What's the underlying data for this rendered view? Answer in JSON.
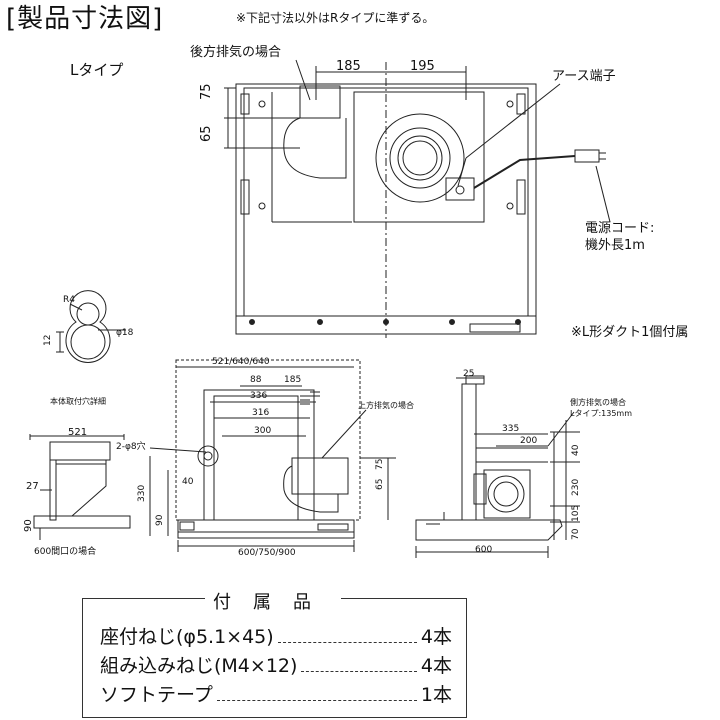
{
  "title": "[製品寸法図]",
  "note_top": "※下記寸法以外はRタイプに準ずる。",
  "type_label": "Lタイプ",
  "top_view": {
    "rear_exhaust_label": "後方排気の場合",
    "dim_left": "185",
    "dim_right": "195",
    "dim_v1": "75",
    "dim_v2": "65",
    "earth_label": "アース端子",
    "cord_label_1": "電源コード:",
    "cord_label_2": "機外長1m"
  },
  "duct_note": "※L形ダクト1個付属",
  "hole_detail": {
    "r_label": "R4",
    "dim_12": "12",
    "phi_label": "φ18",
    "caption": "本体取付穴詳細"
  },
  "side_small": {
    "dim_521": "521",
    "dim_27": "27",
    "dim_90": "90",
    "caption": "600間口の場合"
  },
  "front_view": {
    "width_top": "521/640/640",
    "dim_88": "88",
    "dim_185": "185",
    "dim_336": "336",
    "dim_316": "316",
    "dim_300": "300",
    "hole_label": "2-φ8穴",
    "dim_40": "40",
    "dim_330": "330",
    "dim_90": "90",
    "dim_65": "65",
    "dim_75": "75",
    "width_bottom": "600/750/900",
    "top_exhaust_label": "上方排気の場合"
  },
  "side_view": {
    "dim_25": "25",
    "side_exhaust_label": "側方排気の場合",
    "side_exhaust_sub": "Lタイプ:135mm",
    "dim_335": "335",
    "dim_200": "200",
    "dim_40": "40",
    "dim_230": "230",
    "dim_105": "105",
    "dim_70": "70",
    "dim_600": "600"
  },
  "accessories": {
    "heading": "付属品",
    "items": [
      {
        "name": "座付ねじ(φ5.1×45)",
        "qty": "4本"
      },
      {
        "name": "組み込みねじ(M4×12)",
        "qty": "4本"
      },
      {
        "name": "ソフトテープ",
        "qty": "1本"
      }
    ]
  }
}
